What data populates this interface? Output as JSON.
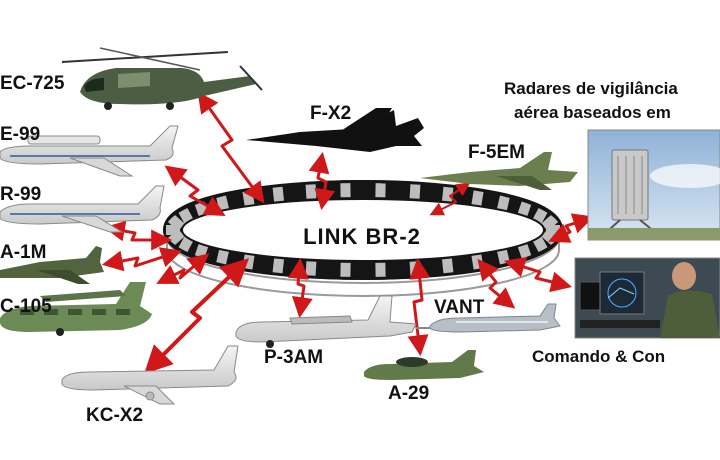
{
  "hub": {
    "label": "LINK BR-2"
  },
  "nodes": [
    {
      "id": "ec725",
      "label": "EC-725"
    },
    {
      "id": "e99",
      "label": "E-99"
    },
    {
      "id": "r99",
      "label": "R-99"
    },
    {
      "id": "a1m",
      "label": "A-1M"
    },
    {
      "id": "c105",
      "label": "C-105"
    },
    {
      "id": "kcx2",
      "label": "KC-X2"
    },
    {
      "id": "fx2",
      "label": "F-X2"
    },
    {
      "id": "f5em",
      "label": "F-5EM"
    },
    {
      "id": "p3am",
      "label": "P-3AM"
    },
    {
      "id": "a29",
      "label": "A-29"
    },
    {
      "id": "vant",
      "label": "VANT"
    }
  ],
  "radar": {
    "line1": "Radares de vigilância",
    "line2": "aérea baseados em"
  },
  "command": {
    "label": "Comando & Con"
  },
  "colors": {
    "link_red": "#d01818",
    "ring_dark": "#151515",
    "ring_frame": "#bdbdbd",
    "camo_green": "#4f6b3a",
    "sky": "#a9c7e6"
  }
}
